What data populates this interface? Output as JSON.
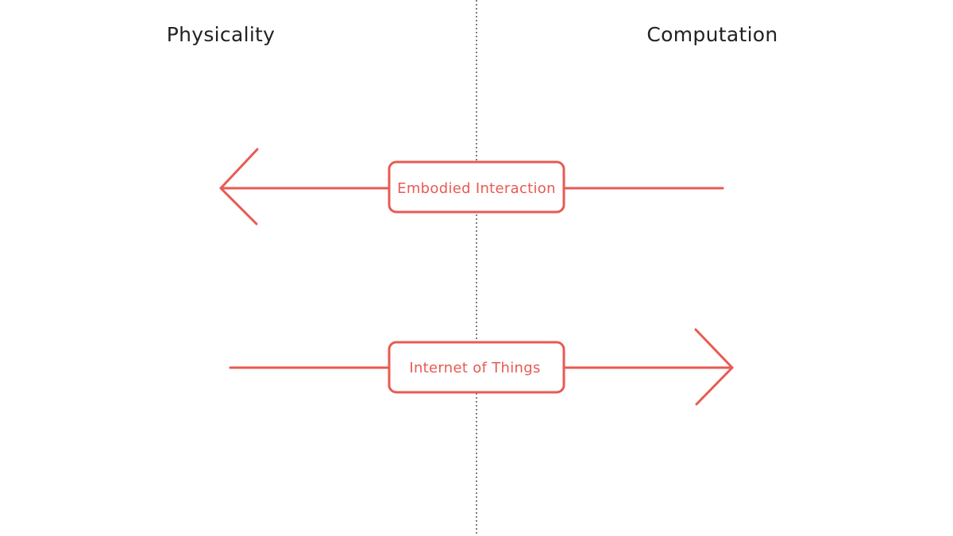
{
  "diagram": {
    "left_heading": "Physicality",
    "right_heading": "Computation",
    "nodes": [
      {
        "label": "Embodied Interaction",
        "arrow_direction": "left"
      },
      {
        "label": "Internet of Things",
        "arrow_direction": "right"
      }
    ],
    "colors": {
      "accent": "#e85a52",
      "text": "#222222",
      "divider": "#555555"
    }
  }
}
